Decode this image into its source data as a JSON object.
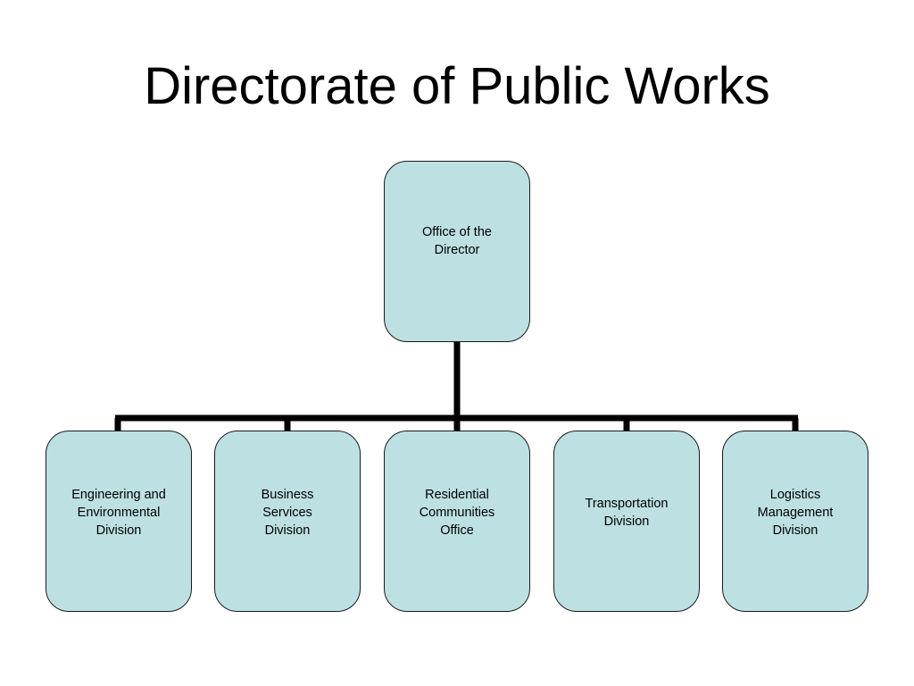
{
  "title": "Directorate of Public Works",
  "colors": {
    "box_fill": "#bde0e3",
    "box_border": "#1a1a1a",
    "connector": "#000000"
  },
  "root": {
    "label": "Office of the\nDirector"
  },
  "children": [
    {
      "label": "Engineering and\nEnvironmental\nDivision"
    },
    {
      "label": "Business\nServices\nDivision"
    },
    {
      "label": "Residential\nCommunities\nOffice"
    },
    {
      "label": "Transportation\nDivision"
    },
    {
      "label": "Logistics\nManagement\nDivision"
    }
  ]
}
